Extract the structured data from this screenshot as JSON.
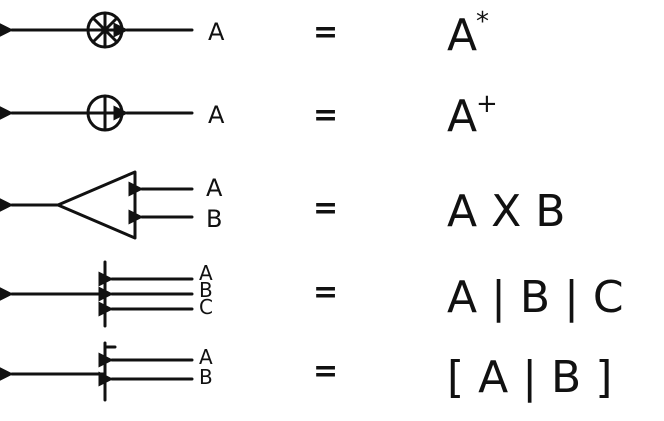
{
  "rows": [
    {
      "name": "star",
      "inputs": [
        "A"
      ],
      "equals": "=",
      "result": "A",
      "result_sup": "*"
    },
    {
      "name": "plus",
      "inputs": [
        "A"
      ],
      "equals": "=",
      "result": "A",
      "result_sup": "+"
    },
    {
      "name": "product",
      "inputs": [
        "A",
        "B"
      ],
      "equals": "=",
      "result": "A X B"
    },
    {
      "name": "alternation",
      "inputs": [
        "A",
        "B",
        "C"
      ],
      "equals": "=",
      "result": "A | B | C"
    },
    {
      "name": "optional",
      "inputs": [
        "A",
        "B"
      ],
      "equals": "=",
      "result": "[ A | B ]"
    }
  ]
}
